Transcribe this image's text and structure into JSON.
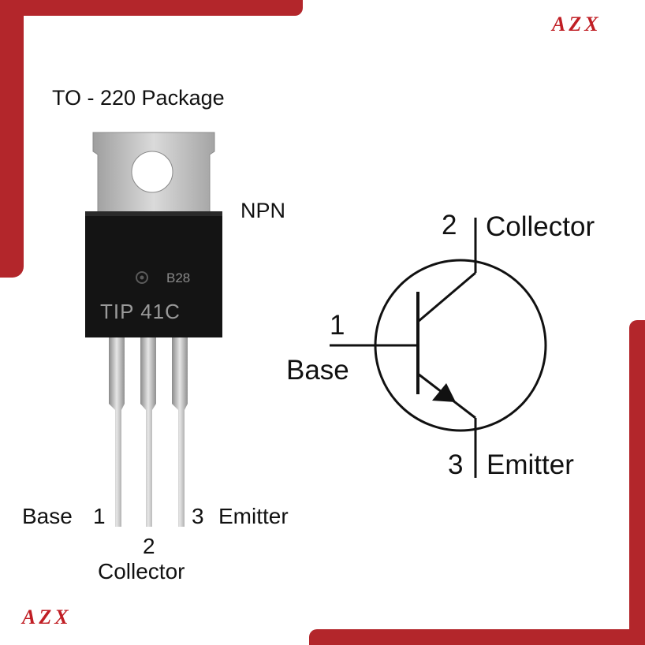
{
  "brand": {
    "logo_text": "AZX"
  },
  "package": {
    "title": "TO - 220 Package",
    "type": "NPN",
    "marking_code": "B28",
    "part_number": "TIP 41C"
  },
  "pin_labels": {
    "base_name": "Base",
    "base_num": "1",
    "collector_num": "2",
    "collector_name": "Collector",
    "emitter_num": "3",
    "emitter_name": "Emitter"
  },
  "symbol_labels": {
    "collector_num": "2",
    "collector_name": "Collector",
    "base_num": "1",
    "base_name": "Base",
    "emitter_num": "3",
    "emitter_name": "Emitter"
  },
  "colors": {
    "frame": "#b3262b",
    "logo": "#c01e24",
    "body": "#141414",
    "tab": "#c8c8c8"
  }
}
